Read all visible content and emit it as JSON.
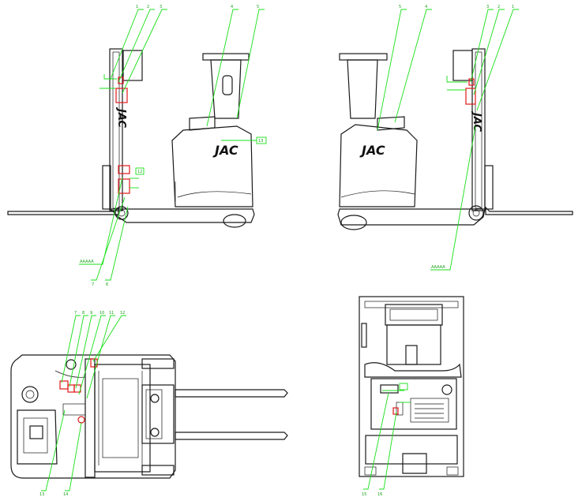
{
  "brand_text": "JAC",
  "callouts": {
    "front_left_top": [
      "1",
      "2",
      "3",
      "4",
      "5"
    ],
    "front_right_top": [
      "5",
      "4",
      "3",
      "2",
      "1"
    ],
    "side_box_labels": [
      "12",
      "13"
    ],
    "front_left_bottom": [
      "AAAAA",
      "7",
      "6"
    ],
    "front_right_bottom": [
      "AAAAA"
    ],
    "top_view_top": [
      "7",
      "8",
      "9",
      "10",
      "11",
      "12"
    ],
    "top_view_bottom": [
      "13",
      "14"
    ],
    "rear_view_bottom": [
      "15",
      "16"
    ]
  },
  "colors": {
    "line": "#1a1a1a",
    "callout": "#19e019",
    "label_box": "#e01919"
  }
}
